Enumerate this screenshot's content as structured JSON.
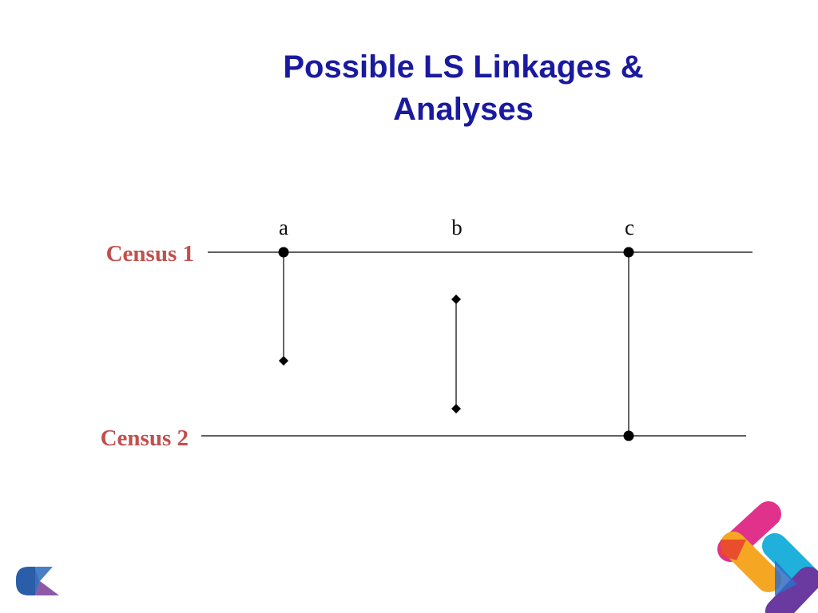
{
  "slide": {
    "title_line1": "Possible LS Linkages &",
    "title_line2": "Analyses"
  },
  "diagram": {
    "rows": [
      {
        "label": "Census 1"
      },
      {
        "label": "Census 2"
      }
    ],
    "points": [
      {
        "label": "a"
      },
      {
        "label": "b"
      },
      {
        "label": "c"
      }
    ]
  },
  "colors": {
    "title": "#1a1aa0",
    "census_label": "#c0504d",
    "line": "#000000"
  }
}
